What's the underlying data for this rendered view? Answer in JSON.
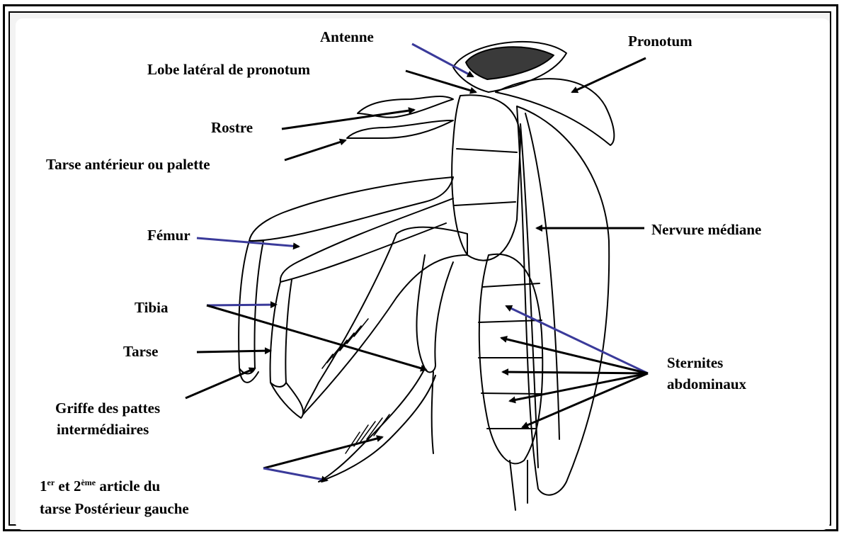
{
  "labels": {
    "antenne": "Antenne",
    "lobe": "Lobe latéral de pronotum",
    "pronotum": "Pronotum",
    "rostre": "Rostre",
    "tarse_ant": "Tarse antérieur ou palette",
    "femur": "Fémur",
    "nervure": "Nervure médiane",
    "tibia": "Tibia",
    "tarse": "Tarse",
    "sternites_1": "Sternites",
    "sternites_2": "abdominaux",
    "griffe_1": "Griffe des pattes",
    "griffe_2": "intermédiaires",
    "article_num1": "1",
    "article_sup1": "er",
    "article_et": " et 2",
    "article_sup2": "ème",
    "article_rest": " article du",
    "article_line2": "tarse Postérieur gauche"
  },
  "colors": {
    "ink": "#000000",
    "pointer_accent": "#3a3a9a"
  }
}
